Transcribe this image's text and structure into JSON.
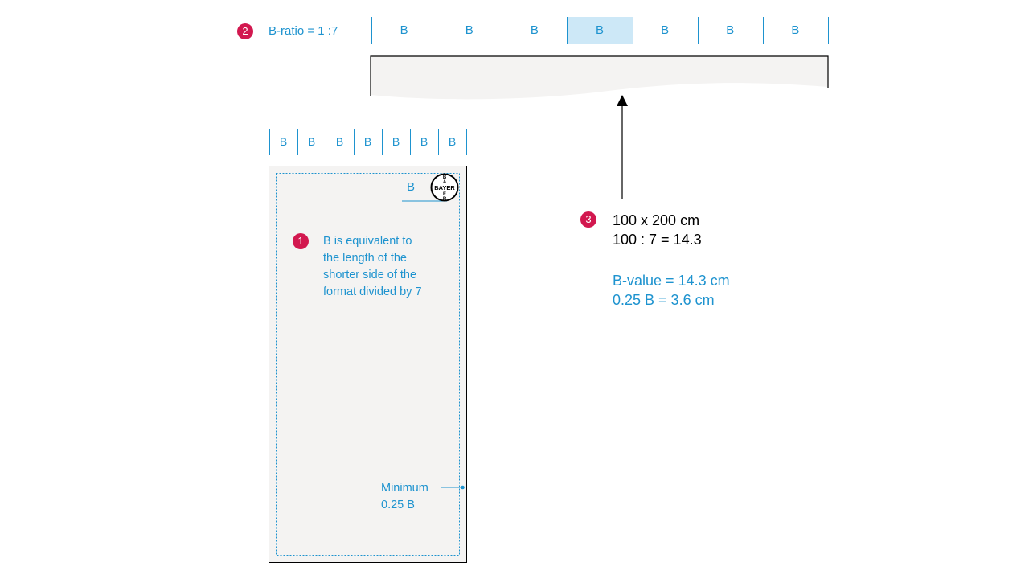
{
  "top_ruler": {
    "badge": "2",
    "label": "B-ratio = 1 :7",
    "cells": [
      "B",
      "B",
      "B",
      "B",
      "B",
      "B",
      "B"
    ],
    "highlight_index": 3,
    "highlight_color": "#cde8f7"
  },
  "side_ruler": {
    "cells": [
      "B",
      "B",
      "B",
      "B",
      "B",
      "B",
      "B"
    ]
  },
  "portrait": {
    "corner_label": "B",
    "logo_text": "BAYER",
    "note_badge": "1",
    "note_lines": [
      "B is equivalent to",
      "the length of the",
      "shorter side of the",
      "format divided by 7"
    ],
    "margin_lines": [
      "Minimum",
      "0.25 B"
    ]
  },
  "example": {
    "badge": "3",
    "lines_black": [
      "100 x 200 cm",
      "100 : 7 = 14.3"
    ],
    "lines_blue": [
      "B-value = 14.3 cm",
      "0.25 B = 3.6 cm"
    ]
  },
  "colors": {
    "accent_blue": "#1e93cf",
    "badge_red": "#d2184f",
    "panel_fill": "#f4f3f2",
    "frame": "#000000"
  }
}
